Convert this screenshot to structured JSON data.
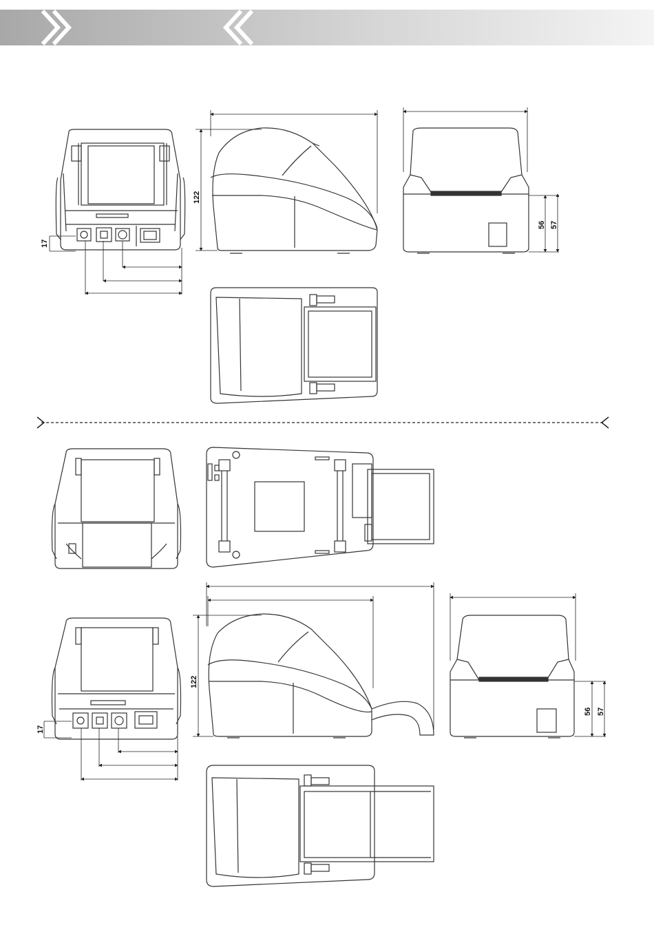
{
  "header": {
    "icon_left": "double-chevron-right-icon",
    "icon_right": "double-chevron-left-icon",
    "band_color_dark": "#a8a8a8",
    "band_color_light": "#f4f4f4"
  },
  "separator": {
    "left_icon": "chevron-right-icon",
    "right_icon": "chevron-left-icon"
  },
  "dimensions": {
    "top_connector_height": "17",
    "top_side_height": "122",
    "top_front_inner": "56",
    "top_front_outer": "57",
    "bottom_connector_height": "17",
    "bottom_side_height": "122",
    "bottom_front_inner": "56",
    "bottom_front_outer": "57"
  }
}
